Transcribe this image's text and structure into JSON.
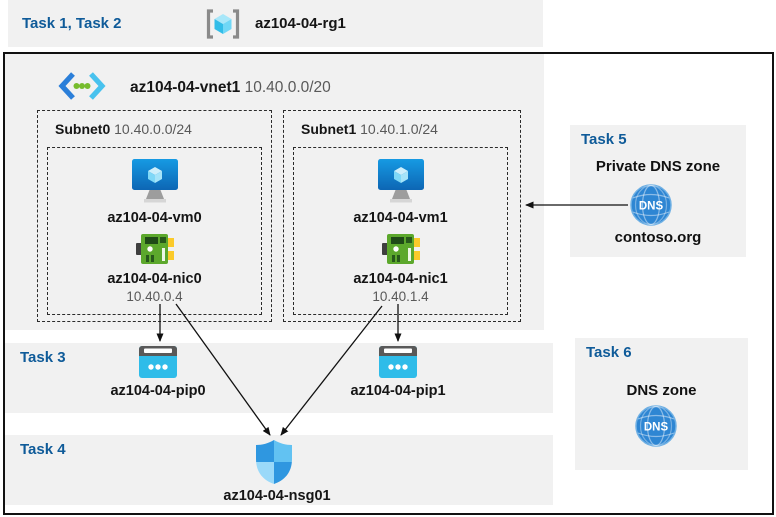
{
  "header": {
    "tasks_label": "Task 1, Task 2",
    "rg_name": "az104-04-rg1"
  },
  "vnet": {
    "name": "az104-04-vnet1",
    "cidr": "10.40.0.0/20",
    "subnets": [
      {
        "name": "Subnet0",
        "cidr": "10.40.0.0/24",
        "vm_name": "az104-04-vm0",
        "nic_name": "az104-04-nic0",
        "nic_ip": "10.40.0.4"
      },
      {
        "name": "Subnet1",
        "cidr": "10.40.1.0/24",
        "vm_name": "az104-04-vm1",
        "nic_name": "az104-04-nic1",
        "nic_ip": "10.40.1.4"
      }
    ]
  },
  "task3": {
    "label": "Task 3",
    "pips": [
      {
        "name": "az104-04-pip0"
      },
      {
        "name": "az104-04-pip1"
      }
    ]
  },
  "task4": {
    "label": "Task 4",
    "nsg_name": "az104-04-nsg01"
  },
  "task5": {
    "label": "Task 5",
    "title": "Private DNS zone",
    "zone_name": "contoso.org",
    "dns_icon_text": "DNS"
  },
  "task6": {
    "label": "Task 6",
    "title": "DNS zone",
    "dns_icon_text": "DNS"
  },
  "colors": {
    "task_label": "#0f5b99",
    "band_bg": "#f1f1f1",
    "muted_text": "#595959",
    "arrow": "#111111"
  }
}
